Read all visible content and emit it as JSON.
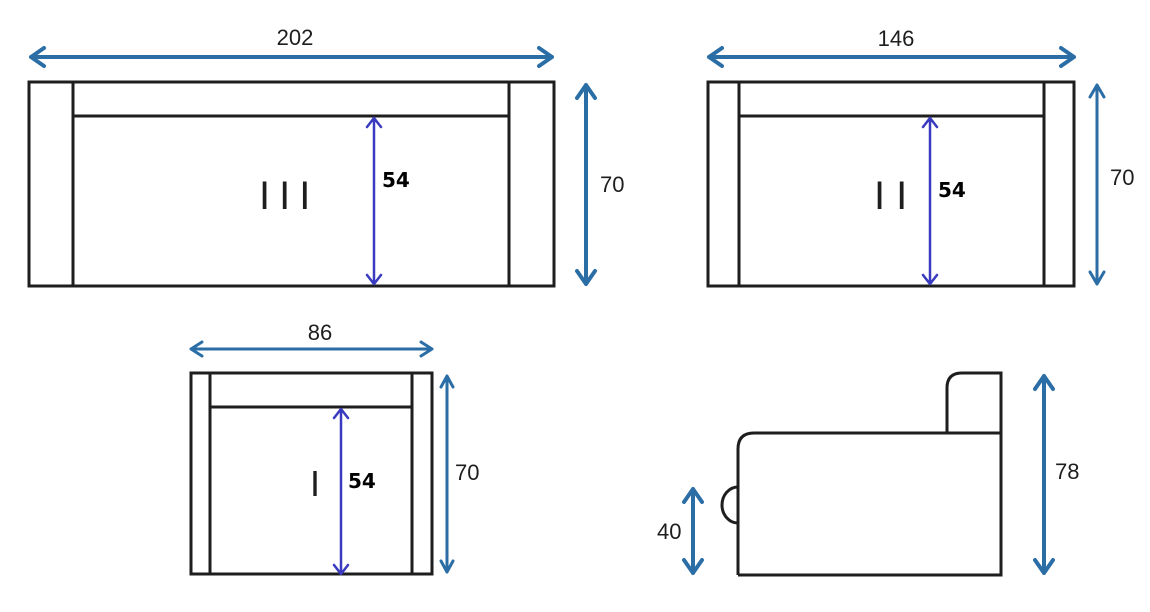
{
  "diagrams": {
    "sofa3": {
      "width": "202",
      "depth": "70",
      "seat_depth": "54",
      "seat_marker": "III"
    },
    "sofa2": {
      "width": "146",
      "depth": "70",
      "seat_depth": "54",
      "seat_marker": "II"
    },
    "chair": {
      "width": "86",
      "depth": "70",
      "seat_depth": "54",
      "seat_marker": "I"
    },
    "side_view": {
      "height": "78",
      "seat_height": "40"
    }
  },
  "colors": {
    "dimension_outer": "#2b6ea6",
    "dimension_inner": "#3a3ac0",
    "outline": "#1e1e1e"
  }
}
